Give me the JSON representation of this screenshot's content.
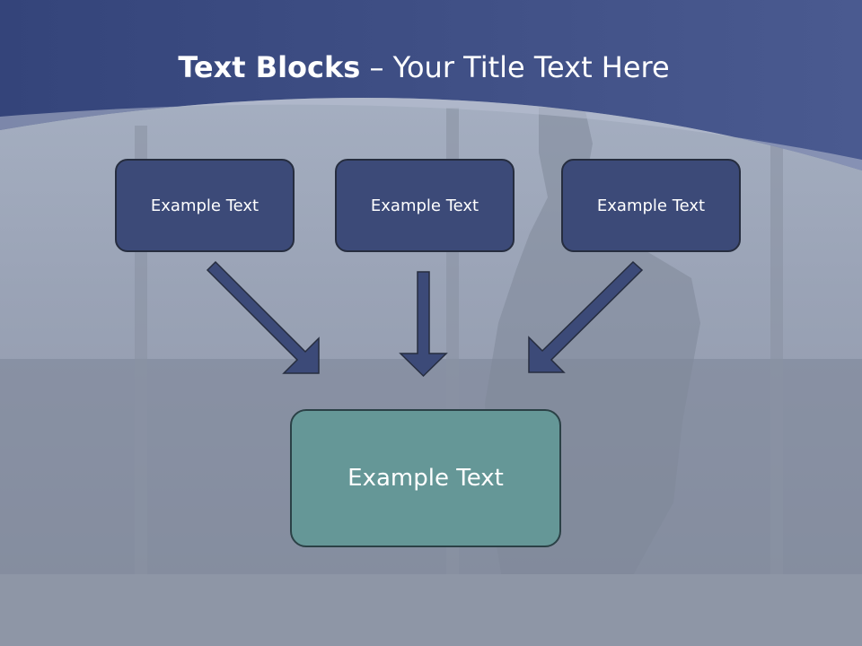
{
  "title": {
    "bold_part": "Text Blocks",
    "rest_part": " – Your Title Text Here"
  },
  "boxes": [
    {
      "label": "Example Text"
    },
    {
      "label": "Example Text"
    },
    {
      "label": "Example Text"
    }
  ],
  "target_box": {
    "label": "Example Text"
  },
  "colors": {
    "header_band": "#3a4a80",
    "box_fill": "#3c4a78",
    "target_fill": "#659797",
    "arrow_fill": "#3c4a78"
  }
}
